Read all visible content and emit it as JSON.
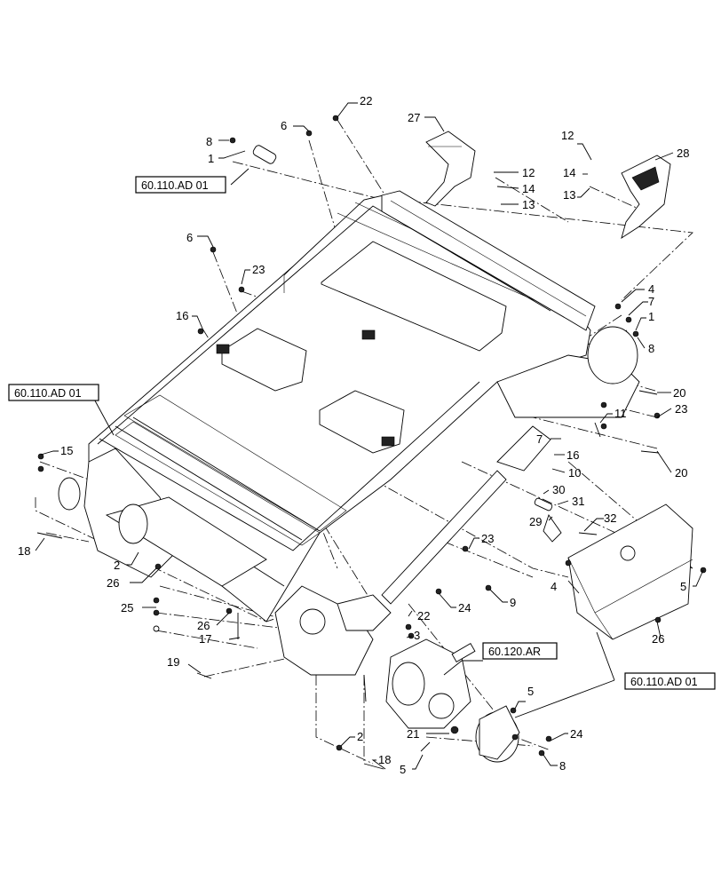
{
  "diagram": {
    "callouts": [
      {
        "id": "c22a",
        "label": "22"
      },
      {
        "id": "c6a",
        "label": "6"
      },
      {
        "id": "c8a",
        "label": "8"
      },
      {
        "id": "c1a",
        "label": "1"
      },
      {
        "id": "c27",
        "label": "27"
      },
      {
        "id": "c12a",
        "label": "12"
      },
      {
        "id": "c14a",
        "label": "14"
      },
      {
        "id": "c13a",
        "label": "13"
      },
      {
        "id": "c12b",
        "label": "12"
      },
      {
        "id": "c14b",
        "label": "14"
      },
      {
        "id": "c13b",
        "label": "13"
      },
      {
        "id": "c28",
        "label": "28"
      },
      {
        "id": "c6b",
        "label": "6"
      },
      {
        "id": "c23a",
        "label": "23"
      },
      {
        "id": "c16a",
        "label": "16"
      },
      {
        "id": "c4a",
        "label": "4"
      },
      {
        "id": "c7a",
        "label": "7"
      },
      {
        "id": "c1b",
        "label": "1"
      },
      {
        "id": "c8b",
        "label": "8"
      },
      {
        "id": "c20a",
        "label": "20"
      },
      {
        "id": "c11",
        "label": "11"
      },
      {
        "id": "c23b",
        "label": "23"
      },
      {
        "id": "c7b",
        "label": "7"
      },
      {
        "id": "c16b",
        "label": "16"
      },
      {
        "id": "c20b",
        "label": "20"
      },
      {
        "id": "c10",
        "label": "10"
      },
      {
        "id": "c15",
        "label": "15"
      },
      {
        "id": "c30",
        "label": "30"
      },
      {
        "id": "c31",
        "label": "31"
      },
      {
        "id": "c29",
        "label": "29"
      },
      {
        "id": "c32",
        "label": "32"
      },
      {
        "id": "c18a",
        "label": "18"
      },
      {
        "id": "c23c",
        "label": "23"
      },
      {
        "id": "c2a",
        "label": "2"
      },
      {
        "id": "c26a",
        "label": "26"
      },
      {
        "id": "c5a",
        "label": "5"
      },
      {
        "id": "c4b",
        "label": "4"
      },
      {
        "id": "c24a",
        "label": "24"
      },
      {
        "id": "c9",
        "label": "9"
      },
      {
        "id": "c25",
        "label": "25"
      },
      {
        "id": "c26b",
        "label": "26"
      },
      {
        "id": "c22b",
        "label": "22"
      },
      {
        "id": "c26c",
        "label": "26"
      },
      {
        "id": "c17",
        "label": "17"
      },
      {
        "id": "c3",
        "label": "3"
      },
      {
        "id": "c19",
        "label": "19"
      },
      {
        "id": "c5b",
        "label": "5"
      },
      {
        "id": "c24b",
        "label": "24"
      },
      {
        "id": "c2b",
        "label": "2"
      },
      {
        "id": "c21",
        "label": "21"
      },
      {
        "id": "c18b",
        "label": "18"
      },
      {
        "id": "c8c",
        "label": "8"
      },
      {
        "id": "c5c",
        "label": "5"
      }
    ],
    "references": [
      {
        "id": "r1",
        "label": "60.110.AD 01"
      },
      {
        "id": "r2",
        "label": "60.110.AD 01"
      },
      {
        "id": "r3",
        "label": "60.120.AR"
      },
      {
        "id": "r4",
        "label": "60.110.AD 01"
      }
    ]
  }
}
